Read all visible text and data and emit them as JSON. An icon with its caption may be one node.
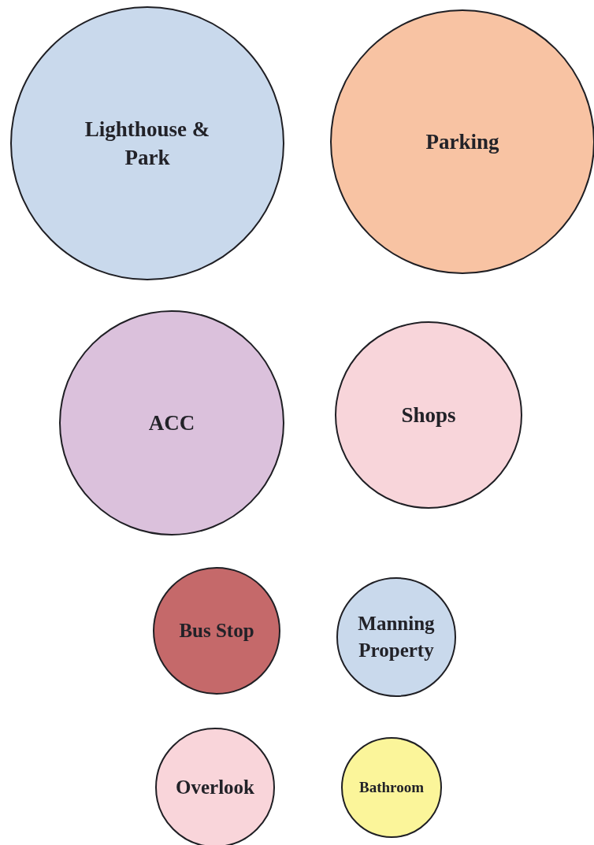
{
  "diagram": {
    "nodes": [
      {
        "text": [
          "Lighthouse & Park"
        ]
      },
      {
        "text": [
          "Parking"
        ]
      },
      {
        "text": [
          "ACC"
        ]
      },
      {
        "text": [
          "Shops"
        ]
      },
      {
        "text": [
          "Bus Stop"
        ]
      },
      {
        "text": [
          "Manning Property"
        ]
      },
      {
        "text": [
          "Overlook"
        ]
      },
      {
        "text": [
          "Bathroom"
        ]
      }
    ]
  }
}
